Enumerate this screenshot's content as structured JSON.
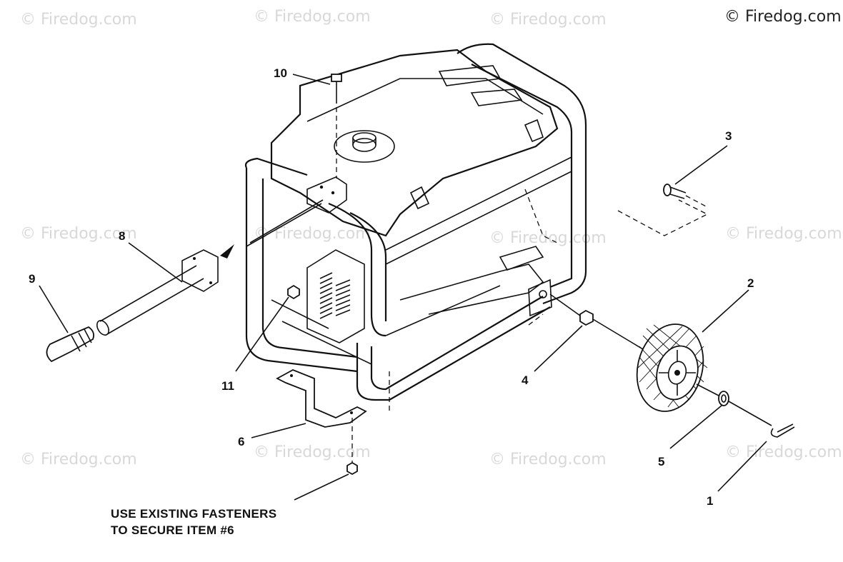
{
  "watermarks": {
    "text": "© Firedog.com",
    "corner_text": "© Firedog.com"
  },
  "callouts": [
    {
      "id": "1",
      "label": "1"
    },
    {
      "id": "2",
      "label": "2"
    },
    {
      "id": "3",
      "label": "3"
    },
    {
      "id": "4",
      "label": "4"
    },
    {
      "id": "5",
      "label": "5"
    },
    {
      "id": "6",
      "label": "6"
    },
    {
      "id": "8",
      "label": "8"
    },
    {
      "id": "9",
      "label": "9"
    },
    {
      "id": "10",
      "label": "10"
    },
    {
      "id": "11",
      "label": "11"
    }
  ],
  "note": {
    "line1": "USE EXISTING FASTENERS",
    "line2": "TO SECURE ITEM #6"
  },
  "colors": {
    "ink": "#111111",
    "watermark": "#d8d8d8"
  }
}
